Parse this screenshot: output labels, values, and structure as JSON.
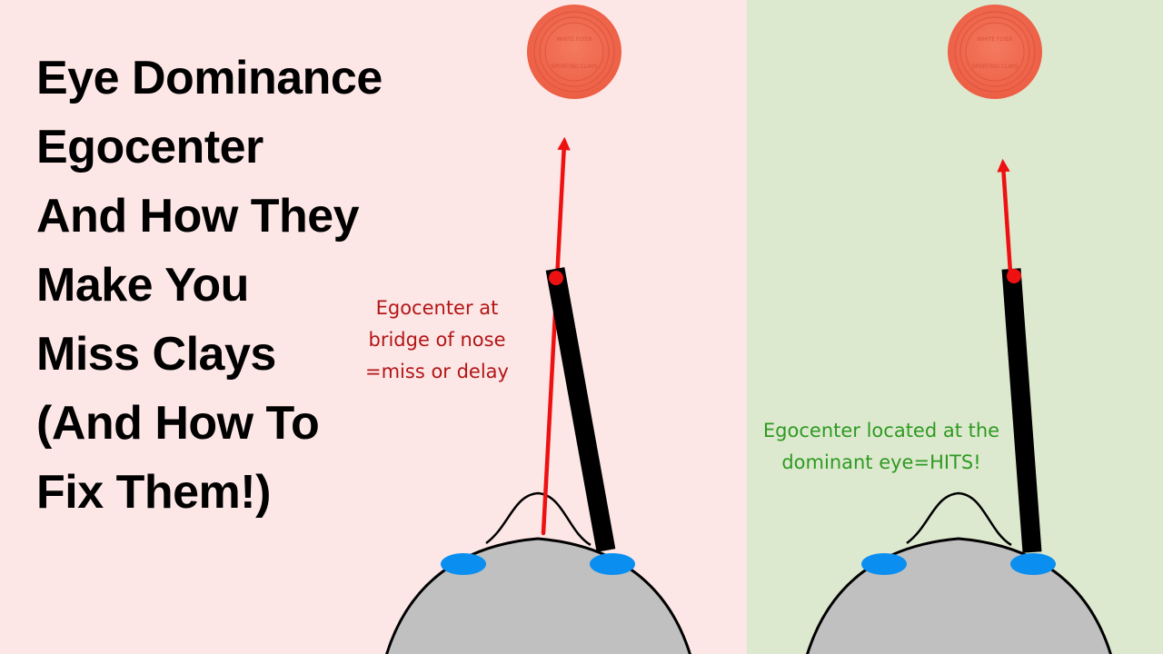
{
  "title_lines": [
    "Eye Dominance",
    "Egocenter",
    "And How They",
    "Make You",
    "Miss Clays",
    "(And How To",
    "Fix Them!)"
  ],
  "left_panel": {
    "note_lines": [
      "Egocenter at",
      "bridge of nose",
      "=miss or delay"
    ],
    "background": "#fde6e6",
    "note_color": "#b31515"
  },
  "right_panel": {
    "note_lines": [
      "Egocenter located at the",
      "dominant eye=HITS!"
    ],
    "background": "#dde9cf",
    "note_color": "#2e9a22"
  },
  "clay_logo": {
    "top": "WHITE FLYER",
    "bottom": "SPORTING CLAYS"
  },
  "colors": {
    "clay": "#f26b50",
    "arrow": "#ee1111",
    "eye": "#0a8ff0",
    "head": "#c0c0c0",
    "barrel": "#000000"
  }
}
